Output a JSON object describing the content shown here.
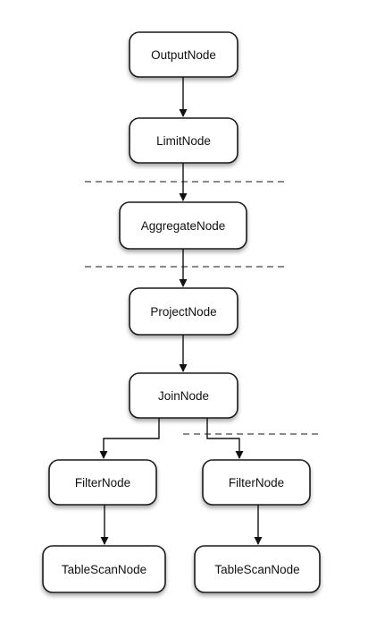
{
  "diagram": {
    "nodes": [
      {
        "id": "output",
        "label": "OutputNode"
      },
      {
        "id": "limit",
        "label": "LimitNode"
      },
      {
        "id": "aggregate",
        "label": "AggregateNode"
      },
      {
        "id": "project",
        "label": "ProjectNode"
      },
      {
        "id": "join",
        "label": "JoinNode"
      },
      {
        "id": "filter_left",
        "label": "FilterNode"
      },
      {
        "id": "filter_right",
        "label": "FilterNode"
      },
      {
        "id": "scan_left",
        "label": "TableScanNode"
      },
      {
        "id": "scan_right",
        "label": "TableScanNode"
      }
    ],
    "edges": [
      {
        "from": "output",
        "to": "limit"
      },
      {
        "from": "limit",
        "to": "aggregate"
      },
      {
        "from": "aggregate",
        "to": "project"
      },
      {
        "from": "project",
        "to": "join"
      },
      {
        "from": "join",
        "to": "filter_left"
      },
      {
        "from": "join",
        "to": "filter_right"
      },
      {
        "from": "filter_left",
        "to": "scan_left"
      },
      {
        "from": "filter_right",
        "to": "scan_right"
      }
    ],
    "colors": {
      "node_fill": "#ffffff",
      "node_border": "#1a1a1a",
      "edge": "#111111",
      "stage_boundary": "#444444"
    }
  }
}
